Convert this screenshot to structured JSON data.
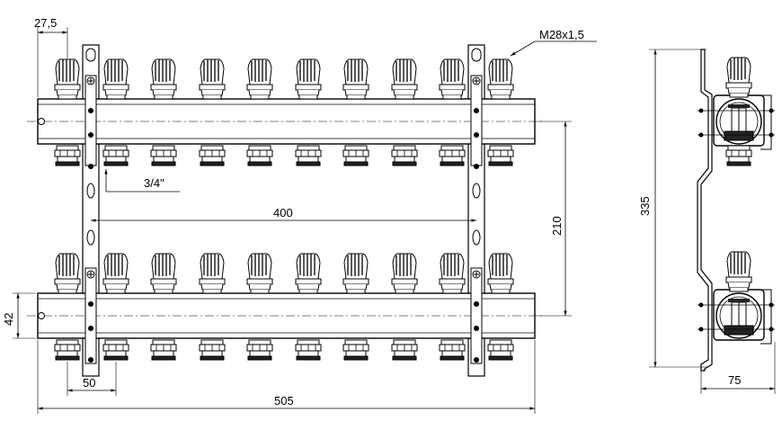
{
  "dimensions": {
    "offset_top": "27,5",
    "thread": "M28x1,5",
    "outlet_thread": "3/4\"",
    "bracket_spacing": "400",
    "collector_spacing": "210",
    "height_total": "335",
    "pipe_height": "42",
    "outlet_pitch": "50",
    "length_total": "505",
    "depth": "75"
  }
}
